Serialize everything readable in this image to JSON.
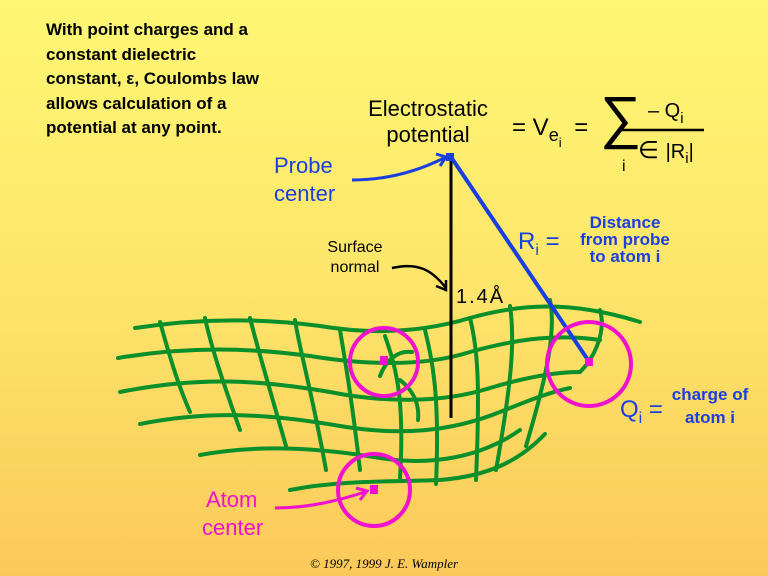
{
  "intro": {
    "line1": "With point charges and a",
    "line2": "constant dielectric",
    "line3": "constant, ε, Coulombs law",
    "line4": "allows calculation of a",
    "line5": "potential at any point."
  },
  "equation": {
    "label_line1": "Electrostatic",
    "label_line2": "potential",
    "equals_v": "= V",
    "v_subscript": "e",
    "v_subsubscript": "i",
    "equals2": "=",
    "sum_symbol": "∑",
    "sum_index": "i",
    "numerator": "– Q",
    "numerator_subscript": "i",
    "denominator_epsilon": "∈",
    "denominator_r": "|R",
    "denominator_r_subscript": "i",
    "denominator_close": "|"
  },
  "labels": {
    "probe_line1": "Probe",
    "probe_line2": "center",
    "surface_line1": "Surface",
    "surface_line2": "normal",
    "distance_value": "1.4Å",
    "ri_symbol": "R",
    "ri_subscript": "i",
    "ri_equals": "=",
    "distance_line1": "Distance",
    "distance_line2": "from probe",
    "distance_line3": "to atom i",
    "qi_symbol": "Q",
    "qi_subscript": "i",
    "qi_equals": "=",
    "charge_line1": "charge of",
    "charge_line2": "atom i",
    "atom_line1": "Atom",
    "atom_line2": "center"
  },
  "colors": {
    "mesh": "#0a8f2a",
    "atom_circle": "#f010d0",
    "probe_line": "#1a3fe0",
    "label_blue": "#1a3fe0",
    "label_magenta": "#f010d0"
  },
  "copyright": "© 1997, 1999 J. E. Wampler"
}
